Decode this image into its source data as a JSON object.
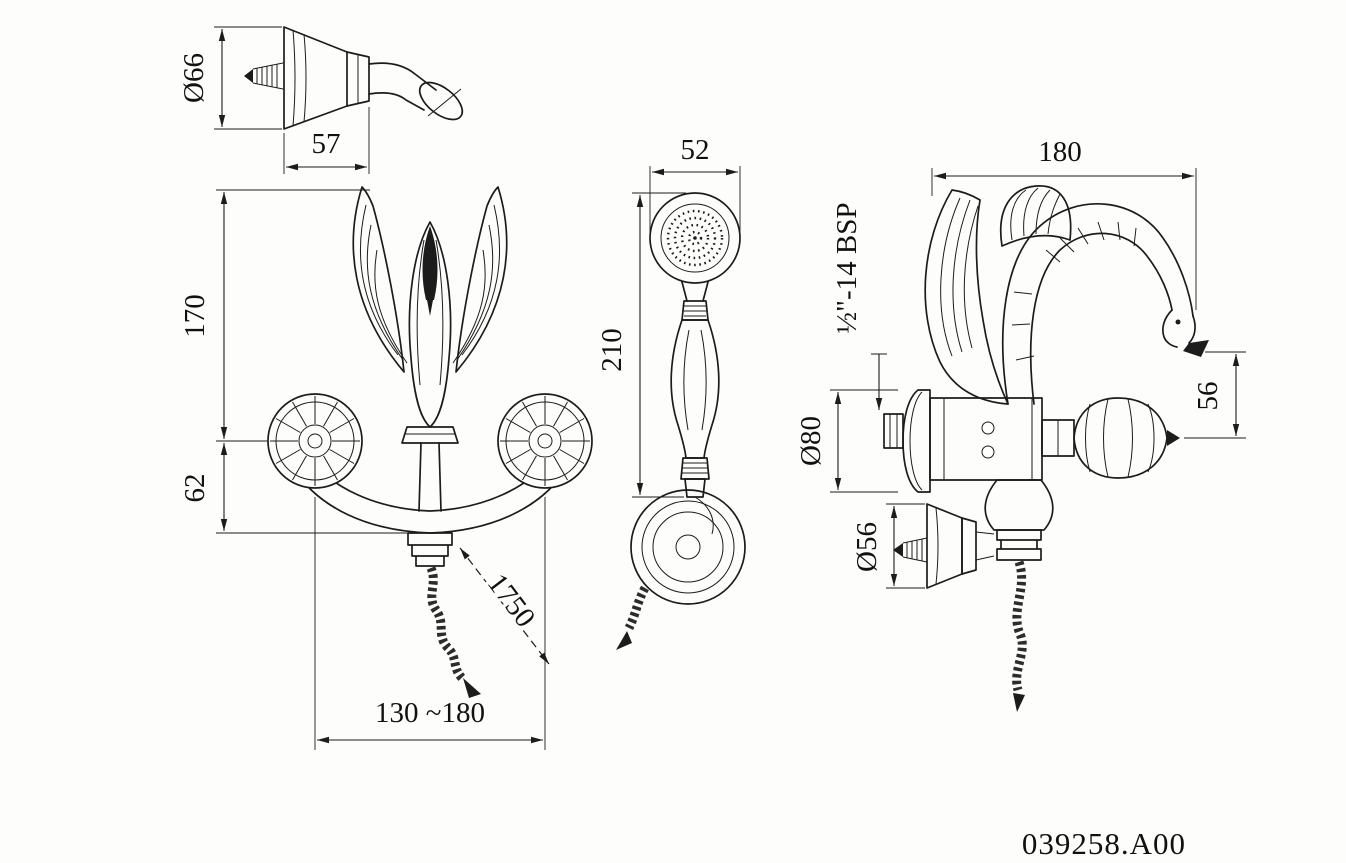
{
  "part_number": "039258.A00",
  "colors": {
    "background": "#fdfdfc",
    "line": "#1c1c1c"
  },
  "dimensions": {
    "wall_bracket": {
      "diameter": "Ø66",
      "depth": "57"
    },
    "front_view": {
      "height_top": "170",
      "height_bottom": "62",
      "hose_length": "1750",
      "center_distance": "130 ~180"
    },
    "hand_shower": {
      "head_diameter": "52",
      "length": "210"
    },
    "side_view": {
      "width": "180",
      "connection_thread": "½\"-14 BSP",
      "escutcheon_diameter": "Ø80",
      "spout_height": "56",
      "holder_diameter": "Ø56"
    }
  }
}
